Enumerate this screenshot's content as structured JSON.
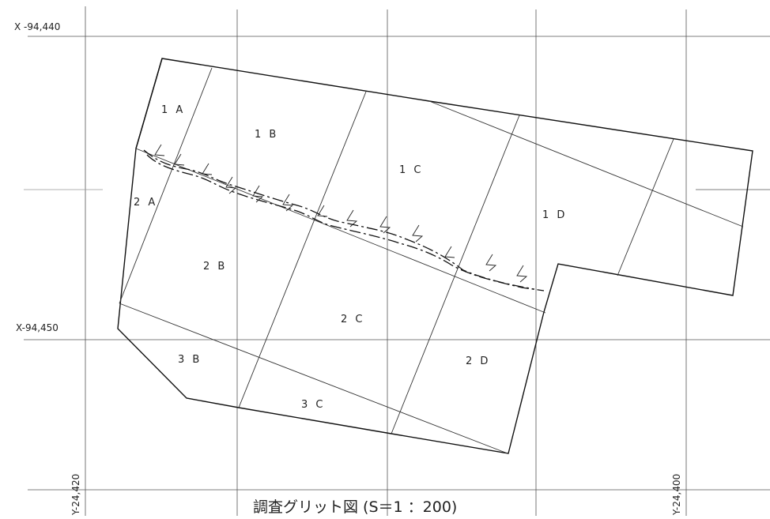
{
  "figure": {
    "caption": "調査グリット図 (S＝1 ：200)",
    "coordinates": {
      "x_top": "X -94,440",
      "x_mid": "X-94,450",
      "y_left": "Y-24,420",
      "y_right": "Y-24,400"
    },
    "cells": {
      "1A": "1 A",
      "1B": "1 B",
      "1C": "1 C",
      "1D": "1 D",
      "2A": "2 A",
      "2B": "2 B",
      "2C": "2 C",
      "2D": "2 D",
      "3B": "3 B",
      "3C": "3 C"
    },
    "colors": {
      "line": "#111111",
      "grid": "#555555",
      "background": "#ffffff"
    }
  }
}
